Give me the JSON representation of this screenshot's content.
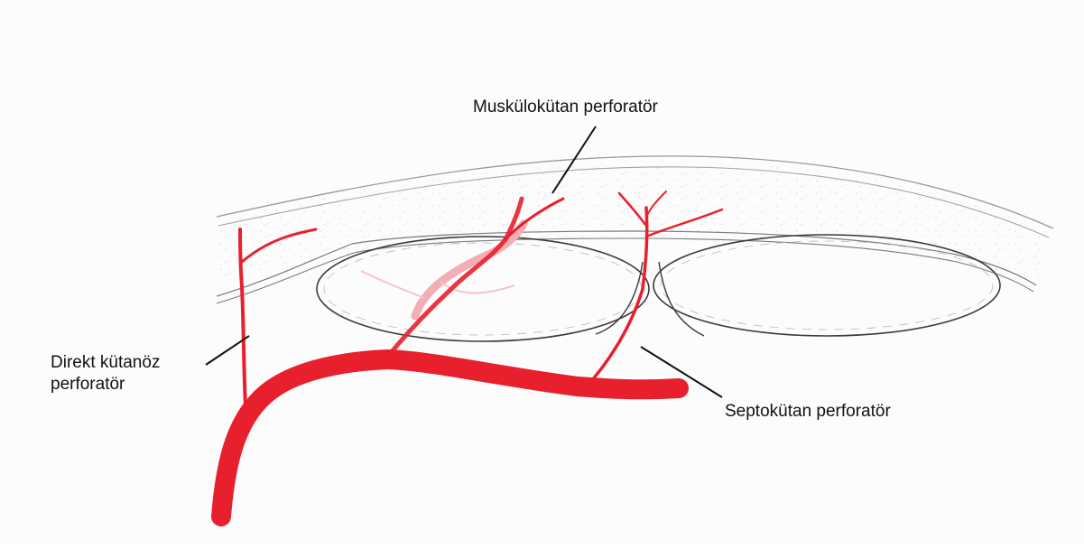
{
  "labels": {
    "musculocutaneous": "Muskülokütan perforatör",
    "direct_line1": "Direkt kütanöz",
    "direct_line2": "perforatör",
    "septocutaneous": "Septokütan perforatör"
  },
  "colors": {
    "vessel": "#e8202e",
    "vessel_faded": "#f2a2aa",
    "outline": "#3a3a3a",
    "skin_line": "#8a8a8a",
    "background": "#fcfcfc"
  }
}
